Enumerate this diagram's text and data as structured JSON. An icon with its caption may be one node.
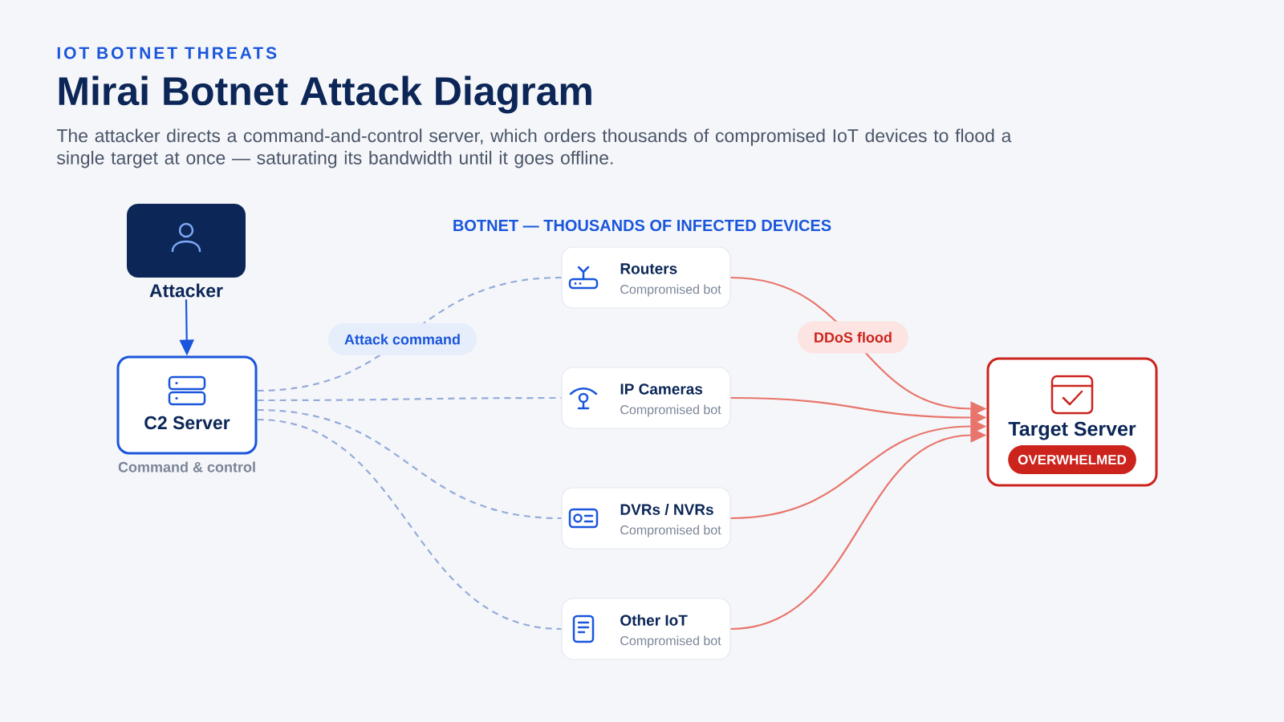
{
  "diagram": {
    "title": "Mirai Botnet Attack Diagram",
    "nodes": [
      {
        "text": [
          "Attacker"
        ]
      },
      {
        "text": [
          "C2 Server"
        ],
        "beside": [
          "Command & control"
        ]
      },
      {
        "text": [
          "Routers",
          "Compromised bot"
        ]
      },
      {
        "text": [
          "IP Cameras",
          "Compromised bot"
        ]
      },
      {
        "text": [
          "DVRs / NVRs",
          "Compromised bot"
        ]
      },
      {
        "text": [
          "Other IoT",
          "Compromised bot"
        ]
      },
      {
        "text": [
          "Target Server",
          "OVERWHELMED"
        ]
      }
    ],
    "edges": [
      {
        "from": 0,
        "to": 1,
        "arrow": "to",
        "color": "#1a56db"
      },
      {
        "from": 1,
        "to": 2,
        "arrow": "none",
        "style": "dashed",
        "label": "Attack command"
      },
      {
        "from": 1,
        "to": 3,
        "arrow": "none",
        "style": "dashed"
      },
      {
        "from": 1,
        "to": 4,
        "arrow": "none",
        "style": "dashed"
      },
      {
        "from": 1,
        "to": 5,
        "arrow": "none",
        "style": "dashed"
      },
      {
        "from": 2,
        "to": 6,
        "arrow": "to",
        "color": "#e8756b",
        "label": "DDoS flood"
      },
      {
        "from": 3,
        "to": 6,
        "arrow": "to",
        "color": "#e8756b"
      },
      {
        "from": 4,
        "to": 6,
        "arrow": "to",
        "color": "#e8756b"
      },
      {
        "from": 5,
        "to": 6,
        "arrow": "to",
        "color": "#e8756b"
      }
    ],
    "labels": [
      "IOT BOTNET THREATS",
      "The attacker directs a command-and-control server, which orders thousands of compromised IoT devices to flood a single target at once — saturating its bandwidth until it goes offline.",
      "BOTNET — THOUSANDS OF INFECTED DEVICES"
    ]
  }
}
